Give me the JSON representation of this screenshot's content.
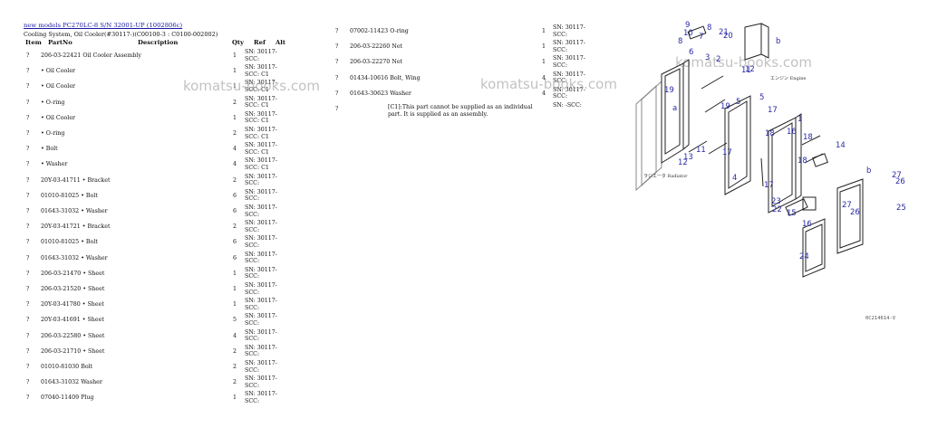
{
  "header": {
    "link": "new models PC270LC-8 S/N 32001-UP (1002806c)",
    "subtitle": "Cooling System, Oil Cooler(#30117-)(C00100-3 : C0100-002002)"
  },
  "columns": {
    "item": "Item",
    "part": "PartNo",
    "desc": "Description",
    "qty": "Qty",
    "ref": "Ref",
    "alt": "Alt"
  },
  "left_rows": [
    {
      "item": "?",
      "part": "206-03-22421 Oil Cooler Assembly",
      "qty": "1",
      "sn": "SN: 30117-SCC:"
    },
    {
      "item": "?",
      "part": "• Oil Cooler",
      "qty": "1",
      "sn": "SN: 30117-SCC: C1"
    },
    {
      "item": "?",
      "part": "• Oil Cooler",
      "qty": "1",
      "sn": "SN: 30117-SCC: C1"
    },
    {
      "item": "?",
      "part": "• O-ring",
      "qty": "2",
      "sn": "SN: 30117-SCC: C1"
    },
    {
      "item": "?",
      "part": "• Oil Cooler",
      "qty": "1",
      "sn": "SN: 30117-SCC: C1"
    },
    {
      "item": "?",
      "part": "• O-ring",
      "qty": "2",
      "sn": "SN: 30117-SCC: C1"
    },
    {
      "item": "?",
      "part": "• Bolt",
      "qty": "4",
      "sn": "SN: 30117-SCC: C1"
    },
    {
      "item": "?",
      "part": "• Washer",
      "qty": "4",
      "sn": "SN: 30117-SCC: C1"
    },
    {
      "item": "?",
      "part": "20Y-03-41711 • Bracket",
      "qty": "2",
      "sn": "SN: 30117-SCC:"
    },
    {
      "item": "?",
      "part": "01010-81025 • Bolt",
      "qty": "6",
      "sn": "SN: 30117-SCC:"
    },
    {
      "item": "?",
      "part": "01643-31032 • Washer",
      "qty": "6",
      "sn": "SN: 30117-SCC:"
    },
    {
      "item": "?",
      "part": "20Y-03-41721 • Bracket",
      "qty": "2",
      "sn": "SN: 30117-SCC:"
    },
    {
      "item": "?",
      "part": "01010-81025 • Bolt",
      "qty": "6",
      "sn": "SN: 30117-SCC:"
    },
    {
      "item": "?",
      "part": "01643-31032 • Washer",
      "qty": "6",
      "sn": "SN: 30117-SCC:"
    },
    {
      "item": "?",
      "part": "206-03-21470 • Sheet",
      "qty": "1",
      "sn": "SN: 30117-SCC:"
    },
    {
      "item": "?",
      "part": "206-03-21520 • Sheet",
      "qty": "1",
      "sn": "SN: 30117-SCC:"
    },
    {
      "item": "?",
      "part": "20Y-03-41780 • Sheet",
      "qty": "1",
      "sn": "SN: 30117-SCC:"
    },
    {
      "item": "?",
      "part": "20Y-03-41691 • Sheet",
      "qty": "5",
      "sn": "SN: 30117-SCC:"
    },
    {
      "item": "?",
      "part": "206-03-22580 • Sheet",
      "qty": "4",
      "sn": "SN: 30117-SCC:"
    },
    {
      "item": "?",
      "part": "206-03-21710 • Sheet",
      "qty": "2",
      "sn": "SN: 30117-SCC:"
    },
    {
      "item": "?",
      "part": "01010-81030 Bolt",
      "qty": "2",
      "sn": "SN: 30117-SCC:"
    },
    {
      "item": "?",
      "part": "01643-31032 Washer",
      "qty": "2",
      "sn": "SN: 30117-SCC:"
    },
    {
      "item": "?",
      "part": "07040-11409 Plug",
      "qty": "1",
      "sn": "SN: 30117-SCC:"
    }
  ],
  "right_rows": [
    {
      "item": "?",
      "part": "07002-11423 O-ring",
      "qty": "1",
      "sn": "SN: 30117-SCC:"
    },
    {
      "item": "?",
      "part": "206-03-22260 Net",
      "qty": "1",
      "sn": "SN: 30117-SCC:"
    },
    {
      "item": "?",
      "part": "206-03-22270 Net",
      "qty": "1",
      "sn": "SN: 30117-SCC:"
    },
    {
      "item": "?",
      "part": "01434-10616 Bolt, Wing",
      "qty": "4",
      "sn": "SN: 30117-SCC:"
    },
    {
      "item": "?",
      "part": "01643-30623 Washer",
      "qty": "4",
      "sn": "SN: 30117-SCC:"
    },
    {
      "item": "?",
      "part": "",
      "qty": "",
      "sn": "SN: -SCC:"
    }
  ],
  "note": "[C1]:This part cannot be supplied as an individual part. It is supplied as an assembly.",
  "watermarks": [
    "komatsu-books.com",
    "komatsu-books.com",
    "komatsu-books.com"
  ],
  "diagram_code": "0C214614-V",
  "diagram_labels": [
    "9",
    "10",
    "8",
    "7",
    "21",
    "20",
    "8",
    "6",
    "3",
    "2",
    "5",
    "11",
    "12",
    "b",
    "a",
    "19",
    "19",
    "5",
    "17",
    "1",
    "18",
    "18",
    "17",
    "16",
    "13",
    "11",
    "12",
    "4",
    "17",
    "18",
    "14",
    "23",
    "22",
    "15",
    "16",
    "27",
    "26",
    "b",
    "27",
    "26",
    "25",
    "24"
  ],
  "diagram_texts": {
    "radiator": "ラジエータ\nRadiator",
    "engine": "エンジン\nEngine"
  }
}
